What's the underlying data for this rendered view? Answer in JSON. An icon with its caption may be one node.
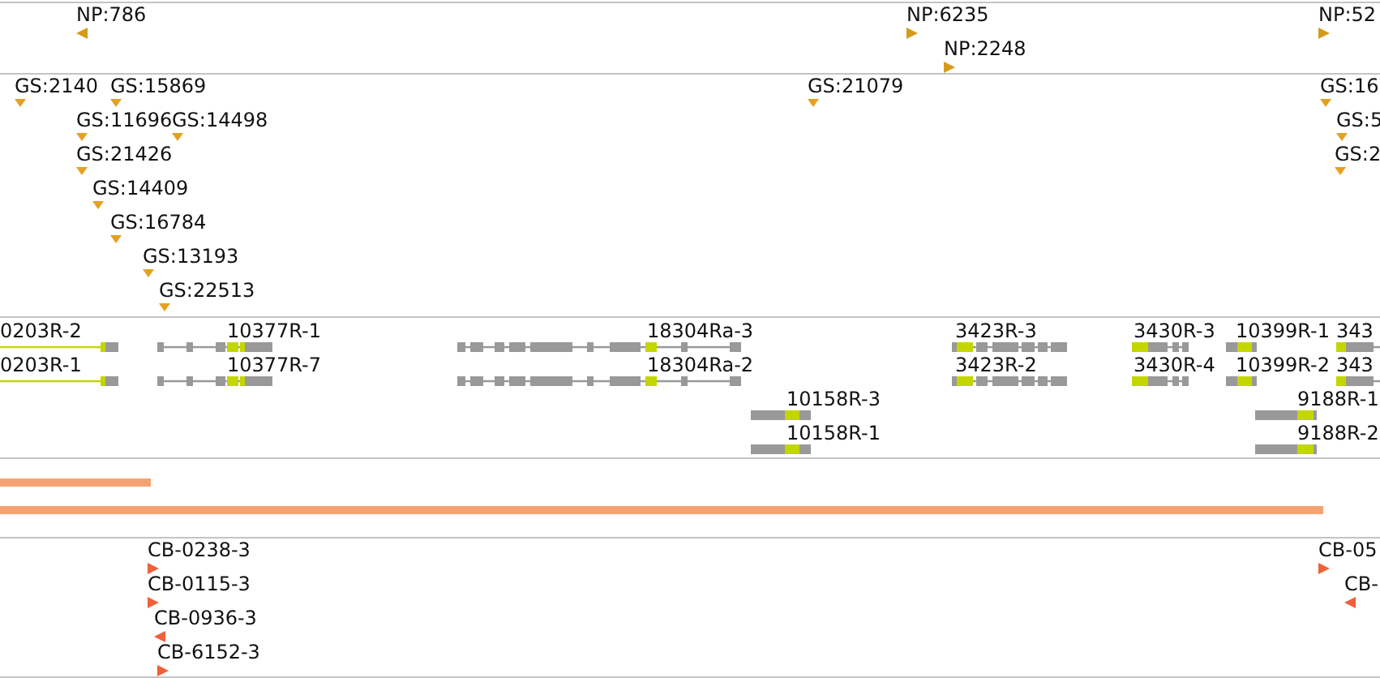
{
  "diagram": {
    "labels": [
      "NP:786",
      "NP:6235",
      "NP:52",
      "NP:2248",
      "GS:2140",
      "GS:15869",
      "GS:21079",
      "GS:16",
      "GS:11696",
      "GS:14498",
      "GS:5",
      "GS:21426",
      "GS:2",
      "GS:14409",
      "GS:16784",
      "GS:13193",
      "GS:22513",
      "0203R-2",
      "10377R-1",
      "18304Ra-3",
      "3423R-3",
      "3430R-3",
      "10399R-1",
      "343",
      "0203R-1",
      "10377R-7",
      "18304Ra-2",
      "3423R-2",
      "3430R-4",
      "10399R-2",
      "343",
      "10158R-3",
      "9188R-1",
      "10158R-1",
      "9188R-2",
      "CB-0238-3",
      "CB-05",
      "CB-0115-3",
      "CB-",
      "CB-0936-3",
      "CB-6152-3"
    ]
  }
}
